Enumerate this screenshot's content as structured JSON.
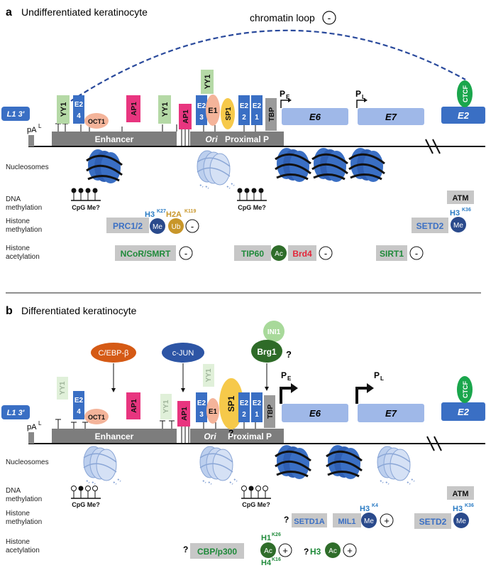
{
  "panel_a": {
    "letter": "a",
    "title": "Undifferentiated keratinocyte",
    "chromatin_loop": "chromatin loop",
    "minus": "-",
    "l13": "L1 3'",
    "pA": "pA",
    "pA_sup": "L",
    "enhancer": "Enhancer",
    "ori": "Ori",
    "proximal": "Proximal P",
    "tbp": "TBP",
    "pe": "P",
    "pe_sub": "E",
    "pl": "P",
    "pl_sub": "L",
    "e6": "E6",
    "e7": "E7",
    "e2": "E2",
    "ctcf": "CTCF",
    "yy1": "YY1",
    "oct1": "OCT1",
    "ap1": "AP1",
    "sp1": "SP1",
    "e1": "E1",
    "e2_4a": "E2",
    "e2_4b": "4",
    "e2_3a": "E2",
    "e2_3b": "3",
    "e2_2a": "E2",
    "e2_2b": "2",
    "e2_1a": "E2",
    "e2_1b": "1",
    "row_nucleosomes": "Nucleosomes",
    "row_dna1": "DNA",
    "row_dna2": "methylation",
    "row_hm1": "Histone",
    "row_hm2": "methylation",
    "row_ha1": "Histone",
    "row_ha2": "acetylation",
    "cpg": "CpG Me?",
    "prc": "PRC1/2",
    "me": "Me",
    "ub": "Ub",
    "h3k27": "H3",
    "k27": "K27",
    "h2a": "H2A",
    "k119": "K119",
    "atm": "ATM",
    "setd2": "SETD2",
    "h3k36": "H3",
    "k36": "K36",
    "ncor": "NCoR/SMRT",
    "tip60": "TIP60",
    "ac": "Ac",
    "brd4": "Brd4",
    "sirt1": "SIRT1"
  },
  "panel_b": {
    "letter": "b",
    "title": "Differentiated keratinocyte",
    "cebp": "C/EBP-β",
    "cjun": "c-JUN",
    "ini1": "INI1",
    "brg1": "Brg1",
    "q": "?",
    "plus": "+",
    "setd1a": "SETD1A",
    "mil1": "MIL1",
    "h3k4": "H3",
    "k4": "K4",
    "cbp": "CBP/p300",
    "h1": "H1",
    "k26": "K26",
    "h4": "H4",
    "k16": "K16",
    "h3": "H3"
  },
  "colors": {
    "blue": "#3a6fc4",
    "light_blue": "#9fb8e8",
    "green_yy1": "#b5d9a6",
    "pink": "#e8357f",
    "orange_oct1": "#f4b49a",
    "sp1": "#f6c94a",
    "ctcf": "#1aa64c",
    "grey": "#7d7d7d",
    "navy": "#2a4a8c",
    "dark_green": "#2f6d2a",
    "brd4_red": "#e3263a",
    "cebp_orange": "#d55a15",
    "cjun_blue": "#2d55a5",
    "brg1_green": "#2e6b28"
  }
}
